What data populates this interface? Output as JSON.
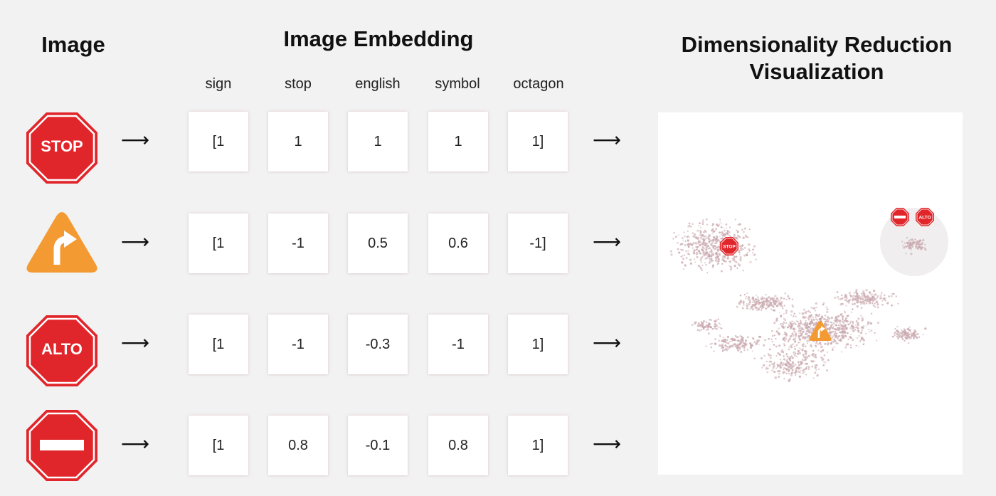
{
  "headings": {
    "image": "Image",
    "embedding": "Image Embedding",
    "visualization": "Dimensionality Reduction Visualization"
  },
  "columns": [
    "sign",
    "stop",
    "english",
    "symbol",
    "octagon"
  ],
  "arrow_glyph": "⟶",
  "rows": [
    {
      "sign": "stop-sign-icon",
      "sign_text": "STOP",
      "cells": [
        "[1",
        "1",
        "1",
        "1",
        "1]"
      ]
    },
    {
      "sign": "curve-warning-icon",
      "sign_text": "",
      "cells": [
        "[1",
        "-1",
        "0.5",
        "0.6",
        "-1]"
      ]
    },
    {
      "sign": "alto-sign-icon",
      "sign_text": "ALTO",
      "cells": [
        "[1",
        "-1",
        "-0.3",
        "-1",
        "1]"
      ]
    },
    {
      "sign": "do-not-enter-icon",
      "sign_text": "",
      "cells": [
        "[1",
        "0.8",
        "-0.1",
        "0.8",
        "1]"
      ]
    }
  ],
  "colors": {
    "red": "#e1262b",
    "orange": "#f39a32",
    "point": "#c9a8ae",
    "background": "#f2f2f2"
  },
  "visualization": {
    "clusters": [
      {
        "name": "stop",
        "icon_text": "STOP"
      },
      {
        "name": "alto-and-do-not-enter",
        "icon_text": "ALTO"
      },
      {
        "name": "warning",
        "icon_text": ""
      }
    ]
  }
}
